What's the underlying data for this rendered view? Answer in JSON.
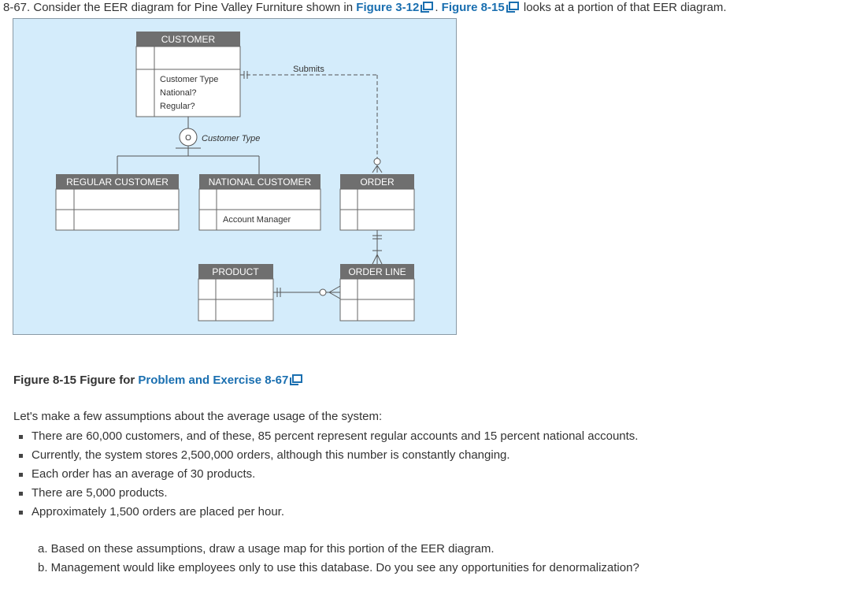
{
  "intro": {
    "prefix": "8-67. Consider the EER diagram for Pine Valley Furniture shown in ",
    "link1": "Figure 3-12",
    "mid": ". ",
    "link2": "Figure 8-15",
    "suffix": " looks at a portion of that EER diagram."
  },
  "diagram": {
    "customer": {
      "title": "CUSTOMER",
      "attr1": "Customer Type",
      "attr2": "National?",
      "attr3": "Regular?"
    },
    "relationship": "Submits",
    "disjoint_symbol": "O",
    "subtype_discriminator": "Customer Type",
    "regular_customer": "REGULAR CUSTOMER",
    "national_customer": {
      "title": "NATIONAL CUSTOMER",
      "attr": "Account Manager"
    },
    "order": "ORDER",
    "product": "PRODUCT",
    "order_line": "ORDER LINE"
  },
  "caption": {
    "prefix": "Figure 8-15 Figure for ",
    "link": "Problem and Exercise 8-67"
  },
  "assumptions_intro": "Let's make a few assumptions about the average usage of the system:",
  "assumptions": [
    "There are 60,000 customers, and of these, 85 percent represent regular accounts and 15 percent national accounts.",
    "Currently, the system stores 2,500,000 orders, although this number is constantly changing.",
    "Each order has an average of 30 products.",
    "There are 5,000 products.",
    "Approximately 1,500 orders are placed per hour."
  ],
  "questions": {
    "a": "a. Based on these assumptions, draw a usage map for this portion of the EER diagram.",
    "b": "b. Management would like employees only to use this database. Do you see any opportunities for denormalization?"
  },
  "colors": {
    "link": "#1a6fb0",
    "diagram_bg": "#d4ecfb",
    "entity_header": "#6f6f6f"
  }
}
